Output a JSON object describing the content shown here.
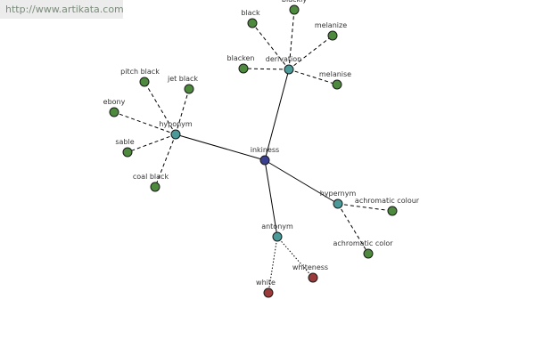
{
  "site": {
    "url_text": "http://www.artikata.com"
  },
  "graph": {
    "colors": {
      "center": "#3b3f8f",
      "relation": "#4a9a9a",
      "term": "#4e8a3e",
      "antonym_term": "#9a3a3a"
    },
    "center": {
      "id": "inkiness",
      "label": "inkiness"
    },
    "relations": [
      {
        "id": "derivation",
        "label": "derivation"
      },
      {
        "id": "hyponym",
        "label": "hyponym"
      },
      {
        "id": "hypernym",
        "label": "hypernym"
      },
      {
        "id": "antonym",
        "label": "antonym"
      }
    ],
    "terms": [
      {
        "id": "blackly",
        "label": "blackly",
        "parent": "derivation",
        "kind": "term"
      },
      {
        "id": "black",
        "label": "black",
        "parent": "derivation",
        "kind": "term"
      },
      {
        "id": "melanize",
        "label": "melanize",
        "parent": "derivation",
        "kind": "term"
      },
      {
        "id": "blacken",
        "label": "blacken",
        "parent": "derivation",
        "kind": "term"
      },
      {
        "id": "melanise",
        "label": "melanise",
        "parent": "derivation",
        "kind": "term"
      },
      {
        "id": "pitch-black",
        "label": "pitch black",
        "parent": "hyponym",
        "kind": "term"
      },
      {
        "id": "jet-black",
        "label": "jet black",
        "parent": "hyponym",
        "kind": "term"
      },
      {
        "id": "ebony",
        "label": "ebony",
        "parent": "hyponym",
        "kind": "term"
      },
      {
        "id": "sable",
        "label": "sable",
        "parent": "hyponym",
        "kind": "term"
      },
      {
        "id": "coal-black",
        "label": "coal black",
        "parent": "hyponym",
        "kind": "term"
      },
      {
        "id": "achromatic-colour",
        "label": "achromatic colour",
        "parent": "hypernym",
        "kind": "term"
      },
      {
        "id": "achromatic-color",
        "label": "achromatic color",
        "parent": "hypernym",
        "kind": "term"
      },
      {
        "id": "white",
        "label": "white",
        "parent": "antonym",
        "kind": "antonym_term"
      },
      {
        "id": "whiteness",
        "label": "whiteness",
        "parent": "antonym",
        "kind": "antonym_term"
      }
    ]
  }
}
